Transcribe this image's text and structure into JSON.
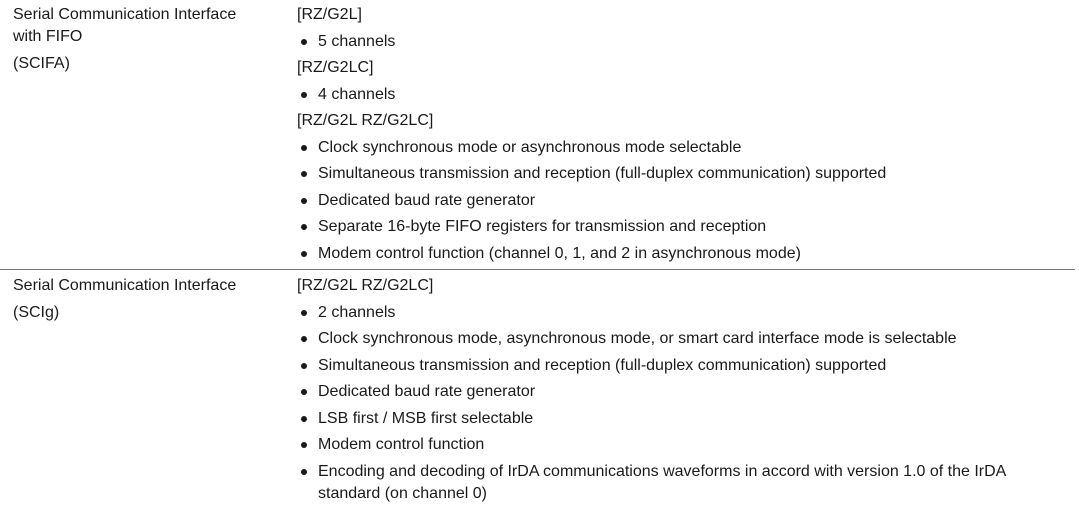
{
  "rows": [
    {
      "name_lines": [
        "Serial Communication Interface",
        "with FIFO",
        "(SCIFA)"
      ],
      "groups": [
        {
          "label": "[RZ/G2L]",
          "items": [
            "5 channels"
          ]
        },
        {
          "label": "[RZ/G2LC]",
          "items": [
            "4 channels"
          ]
        },
        {
          "label": "[RZ/G2L RZ/G2LC]",
          "items": [
            "Clock synchronous mode or asynchronous mode selectable",
            "Simultaneous transmission and reception (full-duplex communication) supported",
            "Dedicated baud rate generator",
            "Separate 16-byte FIFO registers for transmission and reception",
            "Modem control function (channel 0, 1, and 2 in asynchronous mode)"
          ]
        }
      ]
    },
    {
      "name_lines": [
        "Serial Communication Interface",
        "(SCIg)"
      ],
      "groups": [
        {
          "label": "[RZ/G2L RZ/G2LC]",
          "items": [
            "2 channels",
            "Clock synchronous mode, asynchronous mode, or smart card interface mode is selectable",
            "Simultaneous transmission and reception (full-duplex communication) supported",
            "Dedicated baud rate generator",
            "LSB first / MSB first selectable",
            "Modem control function",
            "Encoding and decoding of IrDA communications waveforms in accord with version 1.0 of the IrDA standard (on channel 0)"
          ]
        }
      ]
    }
  ]
}
